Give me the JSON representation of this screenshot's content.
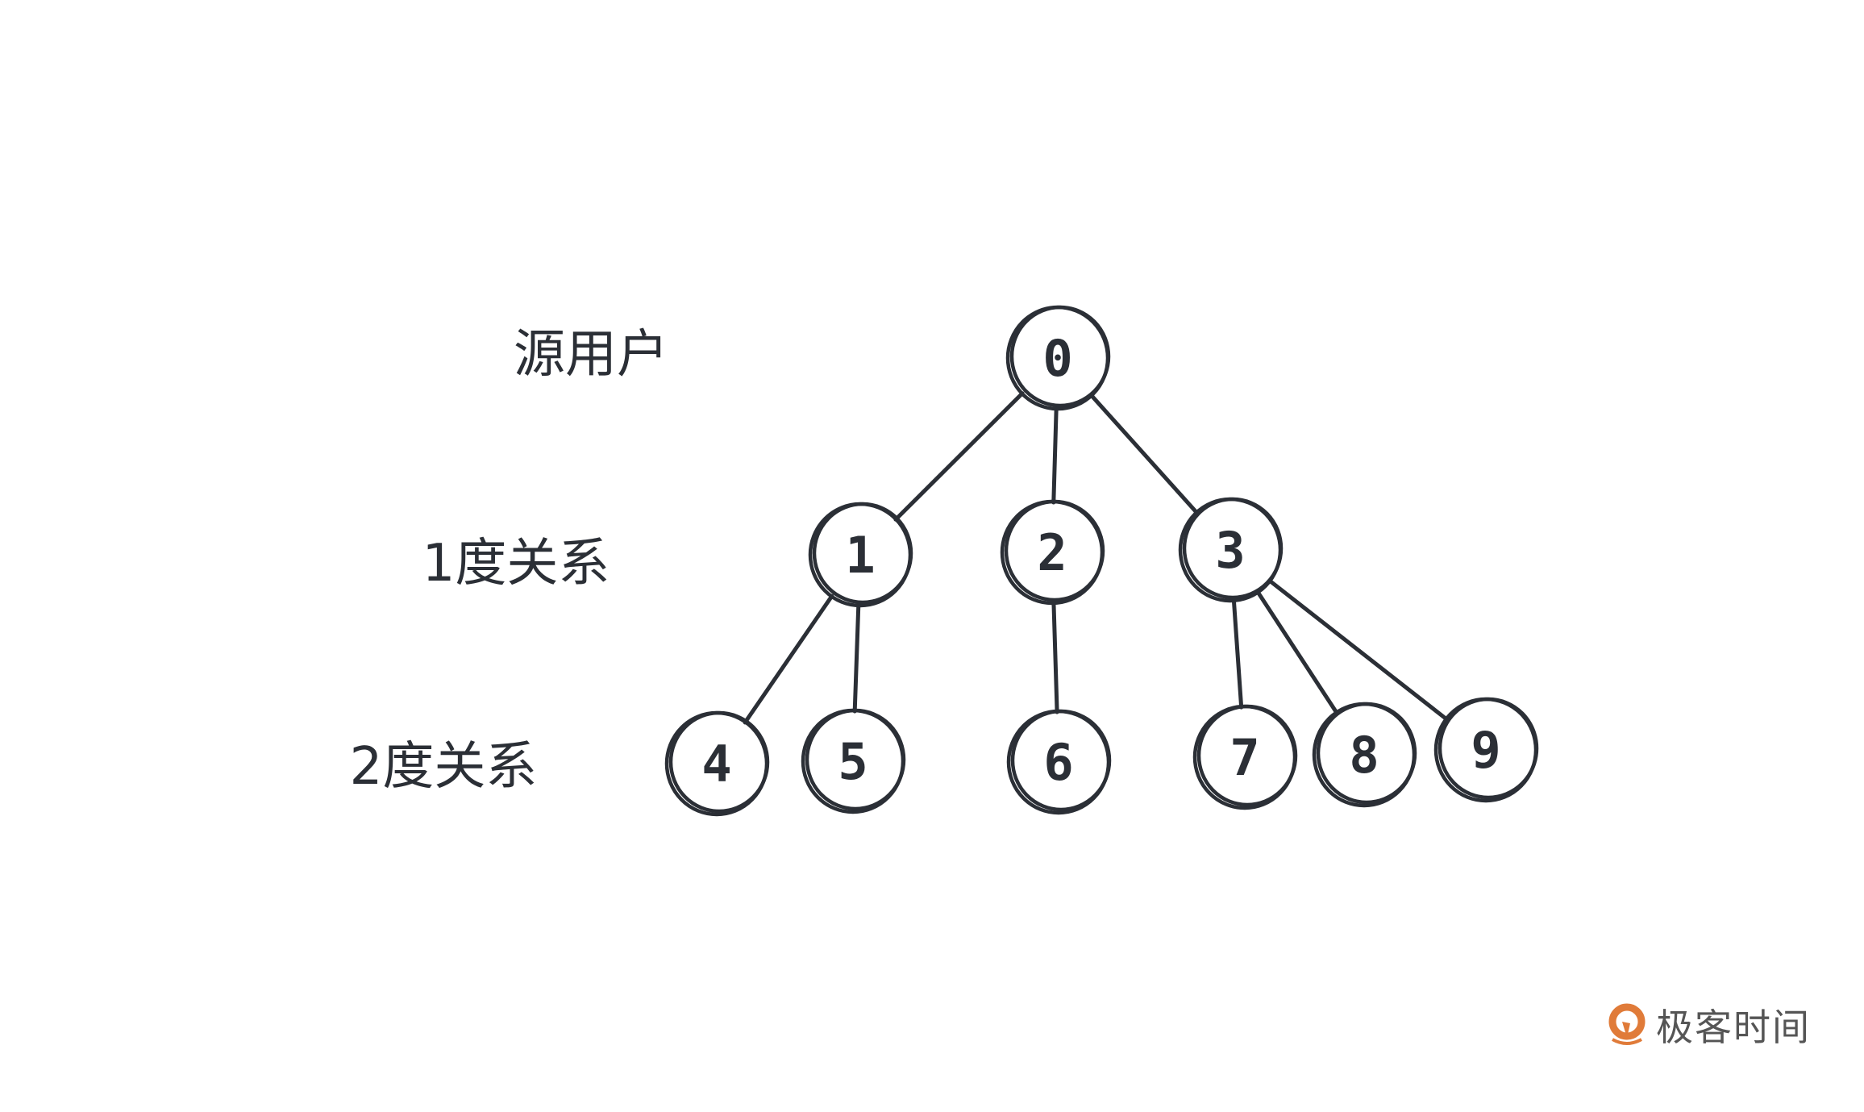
{
  "levels": [
    {
      "label": "源用户"
    },
    {
      "label": "1度关系"
    },
    {
      "label": "2度关系"
    }
  ],
  "nodes": [
    {
      "id": "0",
      "level": 0
    },
    {
      "id": "1",
      "level": 1
    },
    {
      "id": "2",
      "level": 1
    },
    {
      "id": "3",
      "level": 1
    },
    {
      "id": "4",
      "level": 2
    },
    {
      "id": "5",
      "level": 2
    },
    {
      "id": "6",
      "level": 2
    },
    {
      "id": "7",
      "level": 2
    },
    {
      "id": "8",
      "level": 2
    },
    {
      "id": "9",
      "level": 2
    }
  ],
  "edges": [
    [
      "0",
      "1"
    ],
    [
      "0",
      "2"
    ],
    [
      "0",
      "3"
    ],
    [
      "1",
      "4"
    ],
    [
      "1",
      "5"
    ],
    [
      "2",
      "6"
    ],
    [
      "3",
      "7"
    ],
    [
      "3",
      "8"
    ],
    [
      "3",
      "9"
    ]
  ],
  "colors": {
    "stroke": "#2b2f36",
    "logo": "#e07b39"
  },
  "logo": {
    "text": "极客时间"
  }
}
